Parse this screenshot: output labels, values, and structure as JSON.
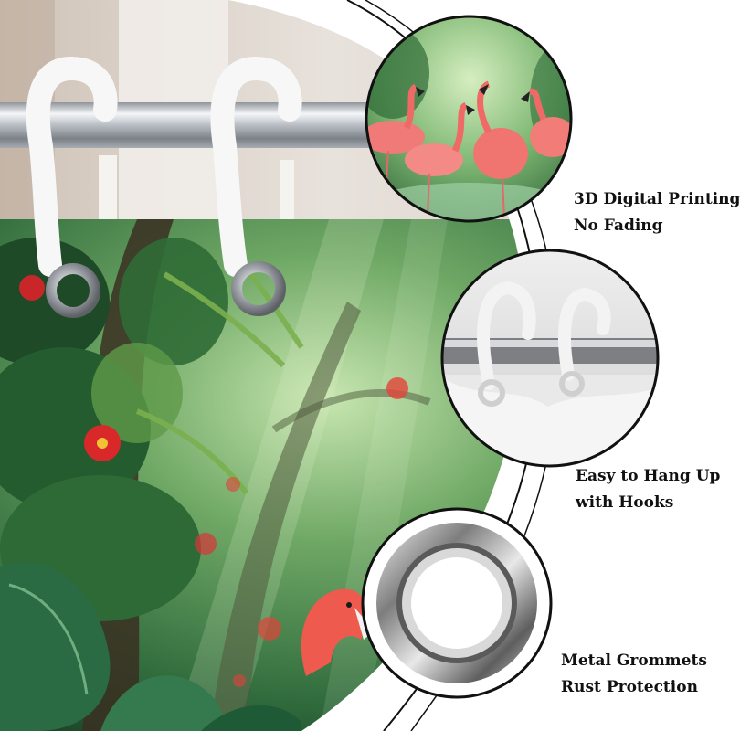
{
  "features": [
    {
      "line1": "3D Digital Printing",
      "line2": "No Fading",
      "image": "flamingo-print-closeup"
    },
    {
      "line1": "Easy to Hang Up",
      "line2": "with Hooks",
      "image": "curtain-hooks-closeup"
    },
    {
      "line1": "Metal Grommets",
      "line2": "Rust Protection",
      "image": "metal-grommet-closeup"
    }
  ],
  "colors": {
    "jungle_dark": "#1f4a2c",
    "jungle_mid": "#3f7d4a",
    "jungle_light": "#b9dca4",
    "flamingo": "#f0605a",
    "flower_red": "#d8282a",
    "hook_white": "#f5f5f5",
    "rod_chrome": "#c9ccd1",
    "text": "#111111"
  }
}
